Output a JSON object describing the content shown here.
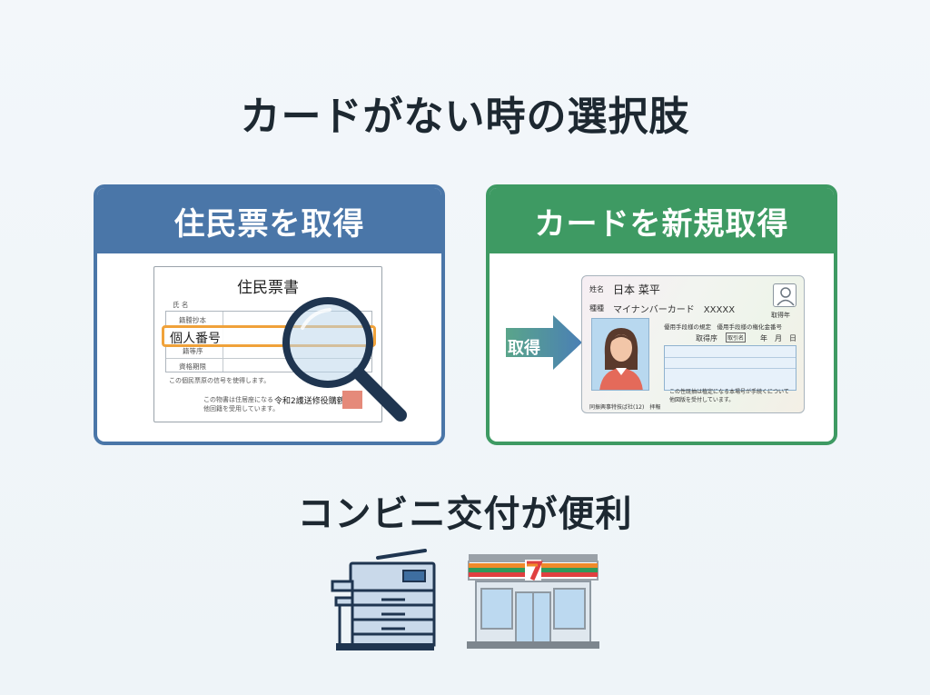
{
  "title": "カードがない時の選択肢",
  "subtitle": "コンビニ交付が便利",
  "colors": {
    "left_accent": "#4a76a8",
    "right_accent": "#3e9a63",
    "highlight": "#f0a23a"
  },
  "left_panel": {
    "heading": "住民票を取得",
    "document": {
      "title": "住民票書",
      "name_label": "氏 名",
      "row1": "籍謄抄本",
      "highlight": "個人番号",
      "row3": "籍等序",
      "row4": "資格期限",
      "note1": "この個民票原の信号を使得します。",
      "note2": "この物書は住居座になる",
      "note3": "他回籍を受用しています。",
      "bold_note": "令和2護送修役購鶴"
    },
    "magnifier_icon": "magnifier-icon"
  },
  "right_panel": {
    "heading": "カードを新規取得",
    "arrow_label": "取得",
    "card": {
      "name_label": "姓名",
      "name": "日本 菜平",
      "type_label": "種種",
      "type": "マイナンバーカード　XXXXX",
      "year_label": "取得年",
      "line1": "優用手段様の規定　優用手段様の権化金番号",
      "issuer": "取得序",
      "badge": "取引名",
      "date": "年　月　日",
      "note1": "この性既抽は植定になる本場号が手続くについて",
      "note2": "他図版を受付しています。",
      "footer": "同振興事特技ば社(12)　拝報"
    }
  },
  "icons": [
    "printer-icon",
    "convenience-store-icon"
  ]
}
